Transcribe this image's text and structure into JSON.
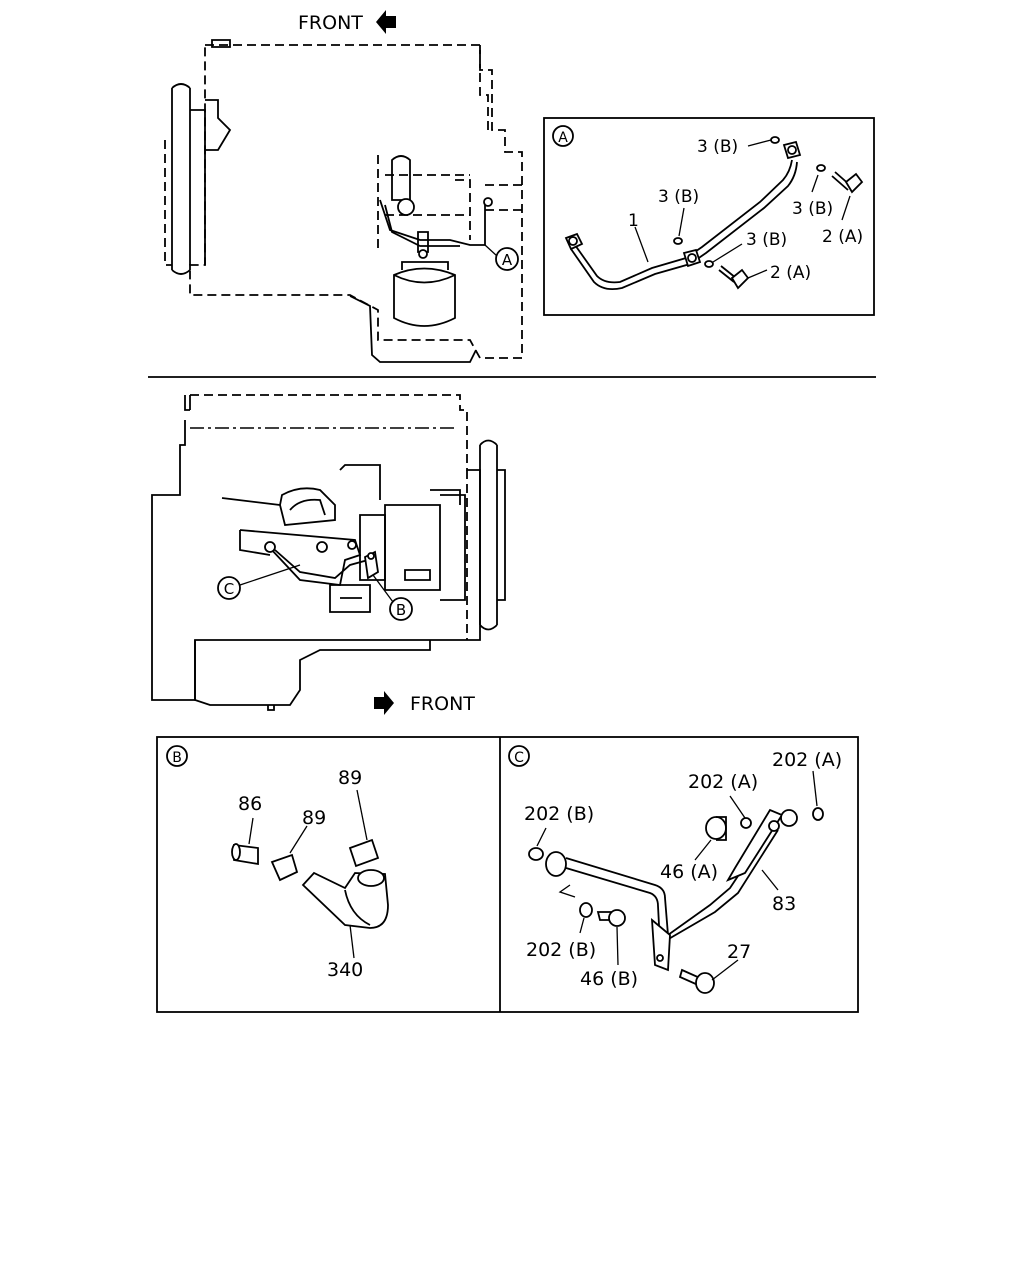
{
  "direction_labels": {
    "top": "FRONT",
    "bottom": "FRONT"
  },
  "detail_letters": {
    "a": "A",
    "b": "B",
    "c": "C"
  },
  "detail_a": {
    "callouts": [
      "1",
      "3 (B)",
      "3 (B)",
      "3 (B)",
      "3 (B)",
      "2 (A)",
      "2 (A)"
    ]
  },
  "detail_b": {
    "callouts": [
      "86",
      "89",
      "89",
      "340"
    ]
  },
  "detail_c": {
    "callouts": [
      "202 (A)",
      "202 (A)",
      "202 (B)",
      "202 (B)",
      "46 (A)",
      "46 (B)",
      "83",
      "27"
    ]
  },
  "icons": [
    "front-arrow-left-icon",
    "front-arrow-right-icon"
  ]
}
